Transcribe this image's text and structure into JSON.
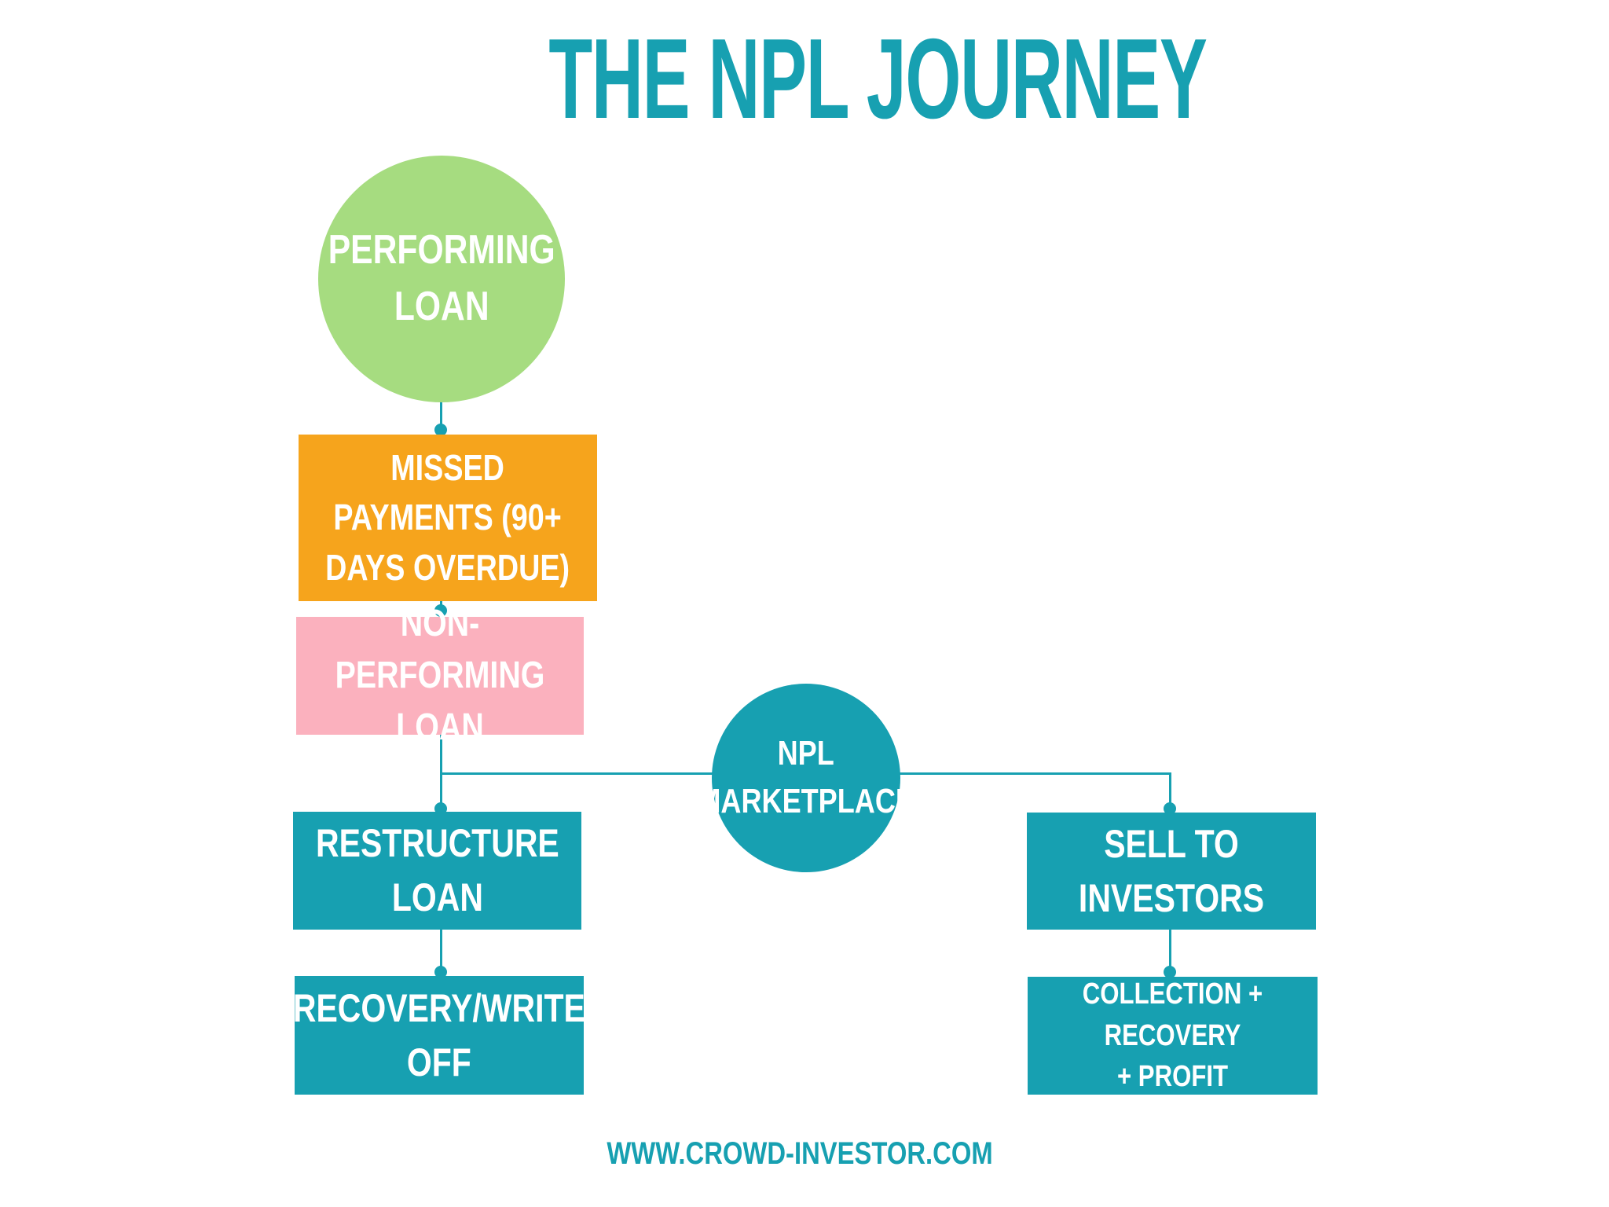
{
  "title": "THE NPL JOURNEY",
  "footer": "WWW.CROWD-INVESTOR.COM",
  "colors": {
    "teal": "#17A0B1",
    "green": "#A6DC80",
    "orange": "#F6A41C",
    "pink": "#FBB1BE",
    "text_on_node": "#FFFFFF"
  },
  "nodes": {
    "performing_loan": {
      "lines": [
        "PERFORMING",
        "LOAN"
      ]
    },
    "missed_payments": {
      "lines": [
        "MISSED",
        "PAYMENTS (90+",
        "DAYS OVERDUE)"
      ]
    },
    "non_performing_loan": {
      "lines": [
        "NON-PERFORMING",
        "LOAN"
      ]
    },
    "npl_marketplace": {
      "lines": [
        "NPL",
        "MARKETPLACE"
      ]
    },
    "restructure_loan": {
      "lines": [
        "RESTRUCTURE",
        "LOAN"
      ]
    },
    "recovery_write_off": {
      "lines": [
        "RECOVERY/WRITE",
        "OFF"
      ]
    },
    "sell_to_investors": {
      "lines": [
        "SELL TO",
        "INVESTORS"
      ]
    },
    "collection_recovery_profit": {
      "lines": [
        "COLLECTION + RECOVERY",
        "+ PROFIT"
      ]
    }
  }
}
